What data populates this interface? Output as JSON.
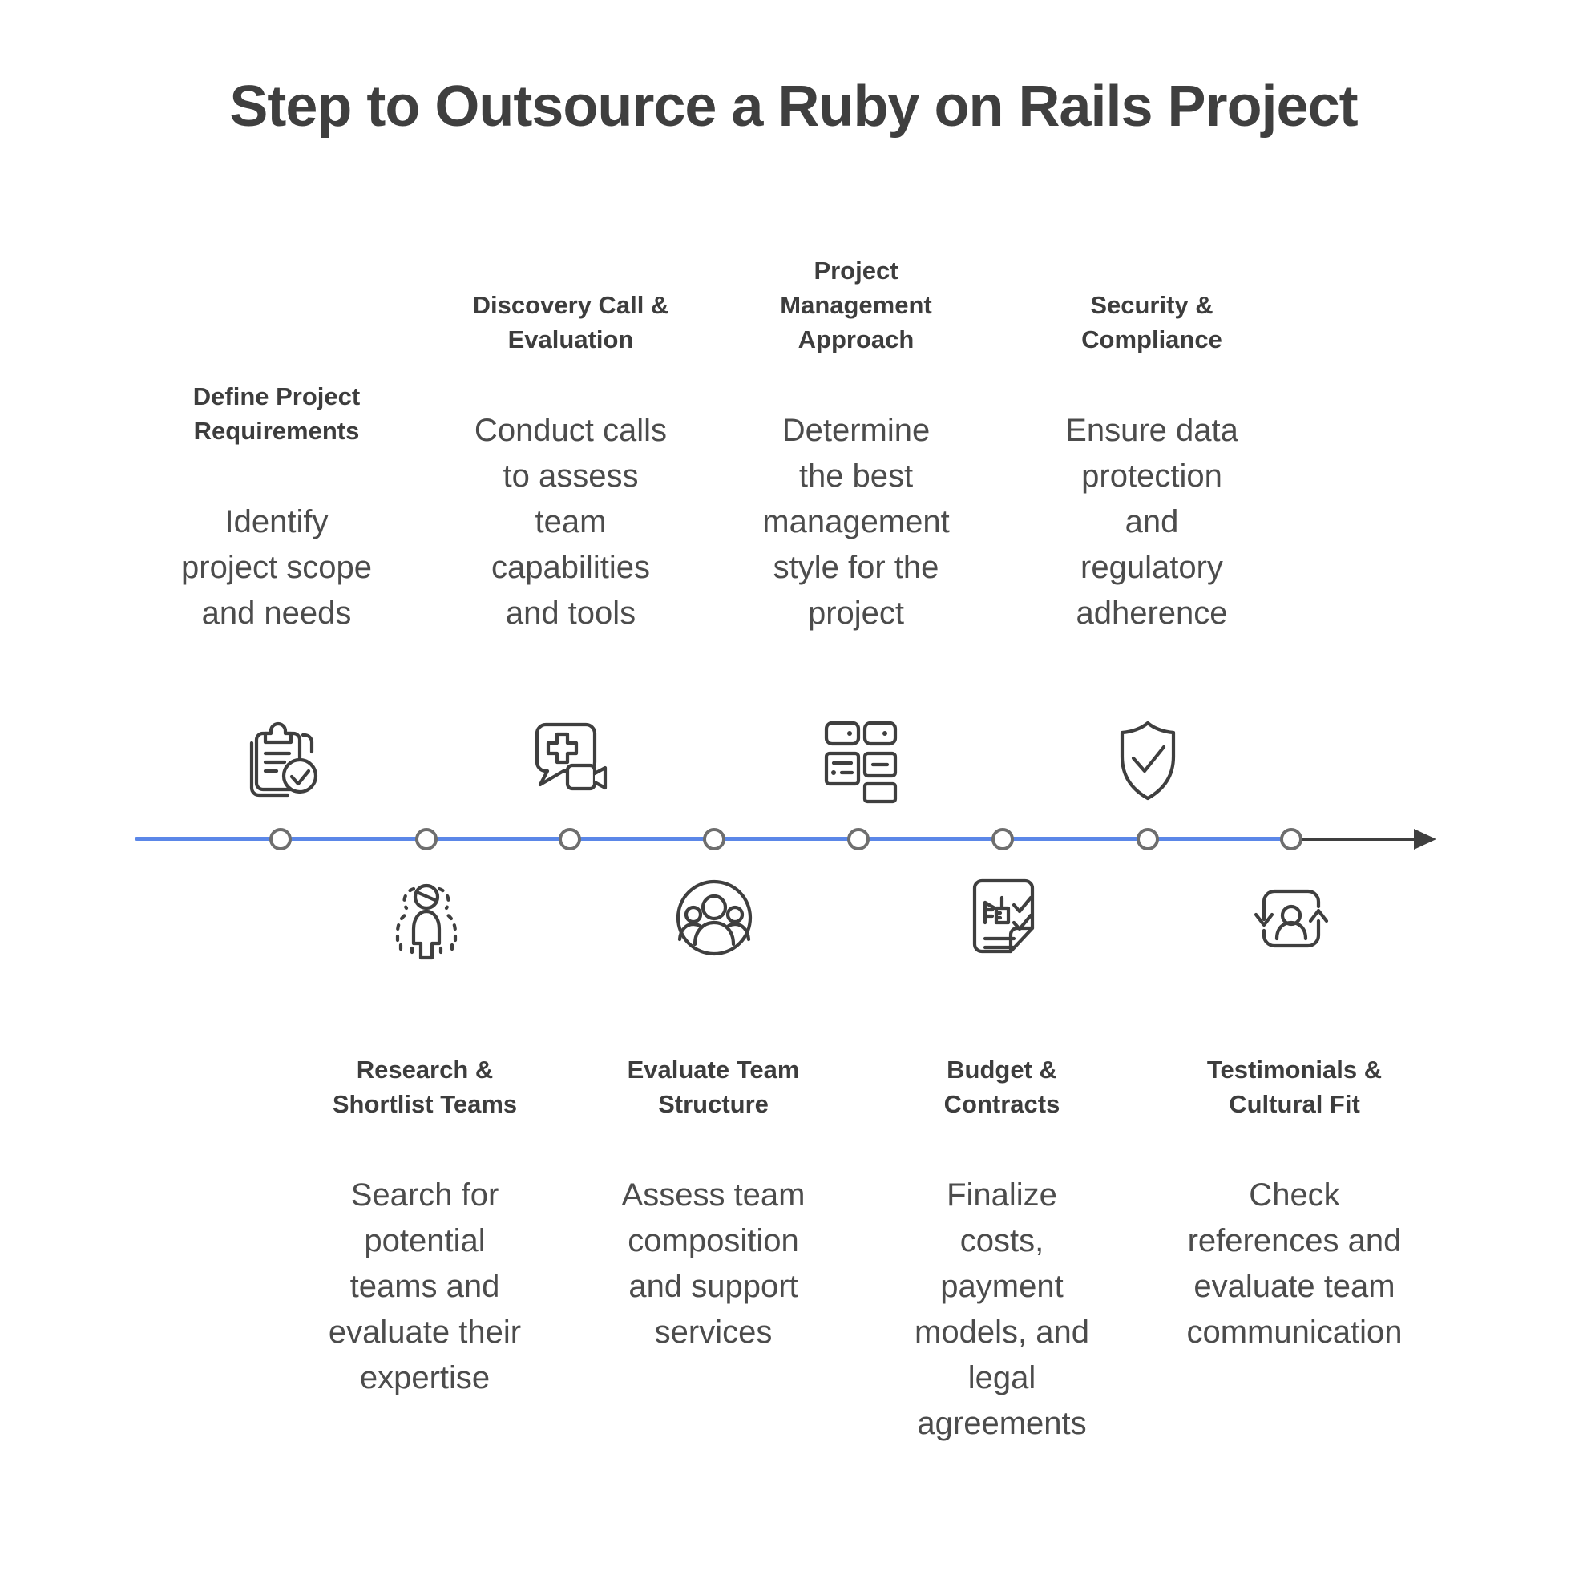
{
  "title": "Step to Outsource a Ruby on Rails Project",
  "timeline": {
    "nodes": 8,
    "direction": "left-to-right"
  },
  "colors": {
    "timeline_blue": "#5b87e8",
    "arrow_dark": "#3f3f3f",
    "heading_text": "#3d3d3d",
    "body_text": "#4c4c4c",
    "icon_stroke": "#3f3f3f",
    "node_border": "#6e6e6e"
  },
  "steps_top": [
    {
      "heading": "Define Project\nRequirements",
      "body": "Identify\nproject scope\nand needs",
      "icon": "clipboard-check-icon"
    },
    {
      "heading": "Discovery Call &\nEvaluation",
      "body": "Conduct calls\nto assess\nteam\ncapabilities\nand tools",
      "icon": "chat-video-icon"
    },
    {
      "heading": "Project\nManagement\nApproach",
      "body": "Determine\nthe best\nmanagement\nstyle for the\nproject",
      "icon": "kanban-board-icon"
    },
    {
      "heading": "Security &\nCompliance",
      "body": "Ensure data\nprotection\nand\nregulatory\nadherence",
      "icon": "shield-check-icon"
    }
  ],
  "steps_bottom": [
    {
      "heading": "Research &\nShortlist Teams",
      "body": "Search for\npotential\nteams and\nevaluate their\nexpertise",
      "icon": "team-shortlist-icon"
    },
    {
      "heading": "Evaluate Team\nStructure",
      "body": "Assess team\ncomposition\nand support\nservices",
      "icon": "team-circle-icon"
    },
    {
      "heading": "Budget &\nContracts",
      "body": "Finalize\ncosts,\npayment\nmodels, and\nlegal\nagreements",
      "icon": "contract-checklist-icon"
    },
    {
      "heading": "Testimonials &\nCultural Fit",
      "body": "Check\nreferences and\nevaluate team\ncommunication",
      "icon": "person-sync-icon"
    }
  ]
}
